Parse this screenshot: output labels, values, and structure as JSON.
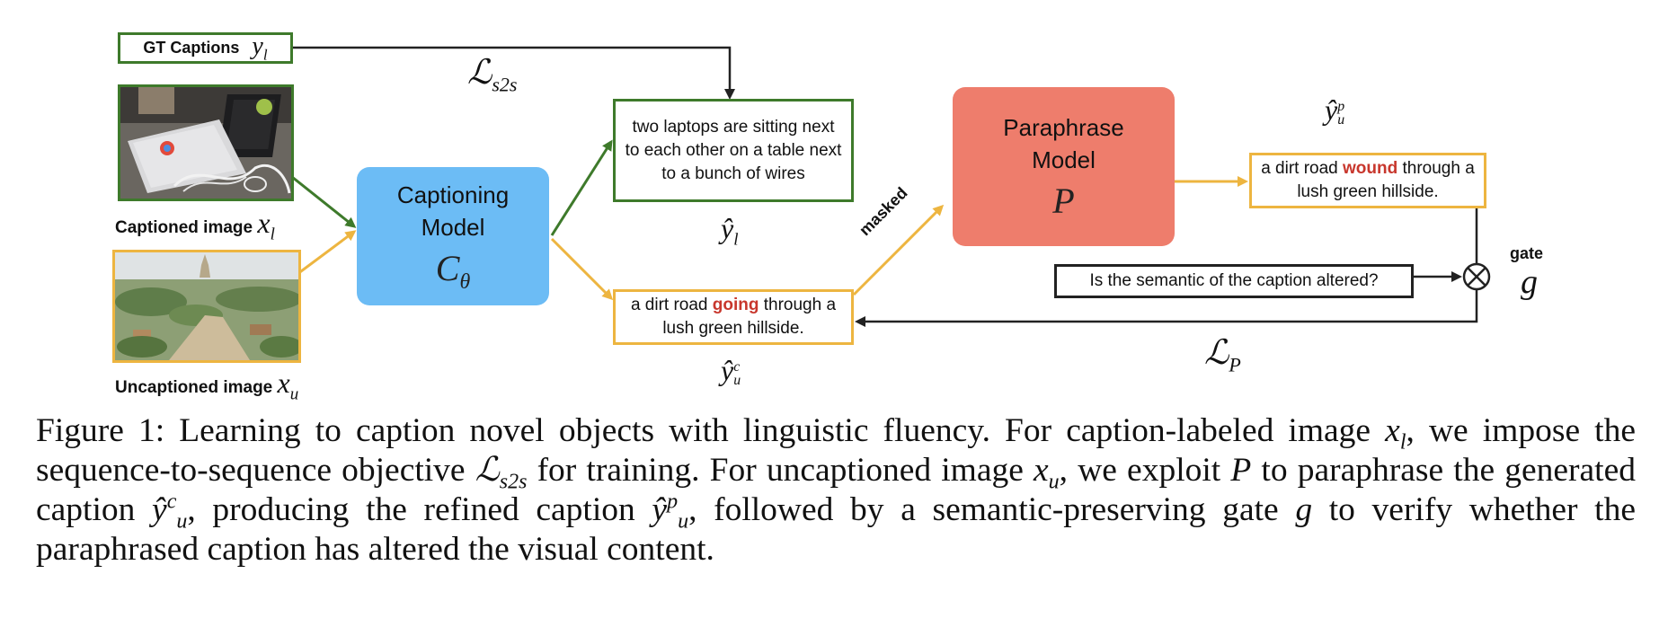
{
  "diagram": {
    "gt_captions": {
      "label": "GT Captions",
      "symbol": "y",
      "sub": "l"
    },
    "captioned_image": {
      "label": "Captioned image",
      "symbol": "x",
      "sub": "l"
    },
    "uncaptioned_image": {
      "label": "Uncaptioned image",
      "symbol": "x",
      "sub": "u"
    },
    "captioning_model": {
      "line1": "Captioning",
      "line2": "Model",
      "symbol": "C",
      "sub": "θ",
      "color": "#6cbcf5"
    },
    "paraphrase_model": {
      "line1": "Paraphrase",
      "line2": "Model",
      "symbol": "P",
      "color": "#ee7d6c"
    },
    "loss_s2s": {
      "symbol": "ℒ",
      "sub": "s2s"
    },
    "loss_p": {
      "symbol": "ℒ",
      "sub": "P"
    },
    "gt_output": {
      "text": "two laptops are sitting next to each other on a table next to a bunch of wires",
      "label_symbol": "ŷ",
      "label_sub": "l"
    },
    "generated_caption": {
      "before": "a dirt road ",
      "highlight": "going",
      "after": " through a lush green hillside.",
      "label_symbol": "ŷ",
      "label_sub": "u",
      "label_sup": "c"
    },
    "refined_caption": {
      "before": "a dirt road ",
      "highlight": "wound",
      "after": " through a lush green hillside.",
      "label_symbol": "ŷ",
      "label_sub": "u",
      "label_sup": "p"
    },
    "masked_label": "masked",
    "gate_question": "Is the semantic of the caption altered?",
    "gate_label": "gate",
    "gate_symbol": "g",
    "gate_operator": "⊗",
    "colors": {
      "green": "#3e7a2b",
      "yellow": "#edb540",
      "black": "#222222",
      "highlight": "#c8372d"
    }
  },
  "caption": {
    "t1": "Figure 1: Learning to caption novel objects with linguistic fluency. For caption-labeled image ",
    "t2": ", we impose the sequence-to-sequence objective ",
    "t3": " for training. For uncaptioned image ",
    "t4": ", we exploit ",
    "t5": " to paraphrase the generated caption ",
    "t6": ", producing the refined caption ",
    "t7": ", followed by a semantic-preserving gate ",
    "t8": " to verify whether the paraphrased caption has altered the visual content.",
    "sym_x": "x",
    "sub_l": "l",
    "sub_u": "u",
    "sym_L": "ℒ",
    "sub_s2s": "s2s",
    "sym_P": "P",
    "sym_y": "ŷ",
    "sup_c": "c",
    "sup_p": "p",
    "sym_g": "g"
  }
}
